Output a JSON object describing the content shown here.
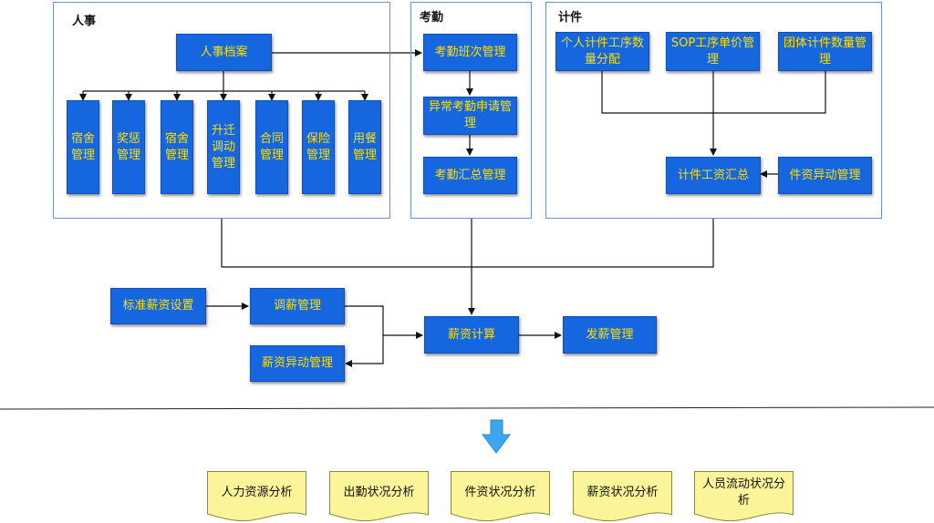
{
  "groups": {
    "hr": "人事",
    "attendance": "考勤",
    "piecework": "计件"
  },
  "hr": {
    "archive": "人事档案",
    "subs": [
      "宿舍\n管理",
      "奖惩\n管理",
      "宿舍\n管理",
      "升迁\n调动\n管理",
      "合同\n管理",
      "保险\n管理",
      "用餐\n管理"
    ]
  },
  "attendance": {
    "shift": "考勤班次管理",
    "exception": "异常考勤申请管理",
    "summary": "考勤汇总管理"
  },
  "piecework": {
    "personal": "个人计件工序数量分配",
    "sop": "SOP工序单价管理",
    "team": "团体计件数量管理",
    "wage_summary": "计件工资汇总",
    "wage_change": "件资异动管理"
  },
  "salary": {
    "standard": "标准薪资设置",
    "adjust": "调薪管理",
    "change": "薪资异动管理",
    "calc": "薪资计算",
    "payout": "发薪管理"
  },
  "analysis": [
    "人力资源分析",
    "出勤状况分析",
    "件资状况分析",
    "薪资状况分析",
    "人员流动状况分析"
  ],
  "colors": {
    "node_fill": "#1666e0",
    "node_text": "#ffe000",
    "group_border": "#6d8fd6",
    "doc_fill": "#fbf59a",
    "arrow_fill": "#3ea6ee"
  }
}
